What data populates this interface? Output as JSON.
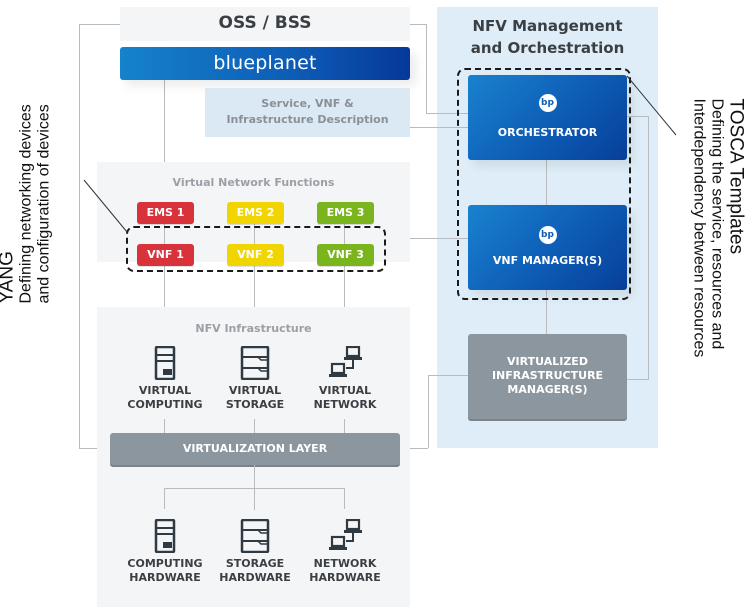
{
  "annotations": {
    "yang": {
      "title": "YANG",
      "line1": "Defining networking devices",
      "line2": "and configuration of devices"
    },
    "tosca": {
      "title": "TOSCA Templates",
      "line1": "Defining the service, resources and",
      "line2": "Interdependency between resources"
    }
  },
  "oss_bss": {
    "title": "OSS / BSS",
    "brand": "blueplanet",
    "brand_mark": "·"
  },
  "description_box": {
    "line1": "Service, VNF &",
    "line2": "Infrastructure Description"
  },
  "vnf_section": {
    "title": "Virtual Network Functions",
    "ems": [
      {
        "label": "EMS 1",
        "color": "#d8333a"
      },
      {
        "label": "EMS 2",
        "color": "#f0d500"
      },
      {
        "label": "EMS 3",
        "color": "#7ab51d"
      }
    ],
    "vnf": [
      {
        "label": "VNF 1",
        "color": "#d8333a"
      },
      {
        "label": "VNF 2",
        "color": "#f0d500"
      },
      {
        "label": "VNF 3",
        "color": "#7ab51d"
      }
    ]
  },
  "nfvi_section": {
    "title": "NFV Infrastructure",
    "virtual": [
      {
        "line1": "VIRTUAL",
        "line2": "COMPUTING",
        "icon": "server-icon"
      },
      {
        "line1": "VIRTUAL",
        "line2": "STORAGE",
        "icon": "storage-icon"
      },
      {
        "line1": "VIRTUAL",
        "line2": "NETWORK",
        "icon": "network-icon"
      }
    ],
    "virtualization_layer": "VIRTUALIZATION LAYER",
    "hardware": [
      {
        "line1": "COMPUTING",
        "line2": "HARDWARE",
        "icon": "server-icon"
      },
      {
        "line1": "STORAGE",
        "line2": "HARDWARE",
        "icon": "storage-icon"
      },
      {
        "line1": "NETWORK",
        "line2": "HARDWARE",
        "icon": "network-icon"
      }
    ]
  },
  "mano": {
    "title_line1": "NFV Management",
    "title_line2": "and Orchestration",
    "orchestrator": {
      "label": "ORCHESTRATOR",
      "icon_text": "bp"
    },
    "vnf_manager": {
      "label": "VNF MANAGER(S)",
      "icon_text": "bp"
    },
    "vim": {
      "line1": "VIRTUALIZED",
      "line2": "INFRASTRUCTURE",
      "line3": "MANAGER(S)"
    }
  },
  "colors": {
    "brand_blue": "#0d5cb5",
    "mano_bg": "#deedf7",
    "panel_bg": "#f4f5f7",
    "gray_box": "#8c969e"
  }
}
